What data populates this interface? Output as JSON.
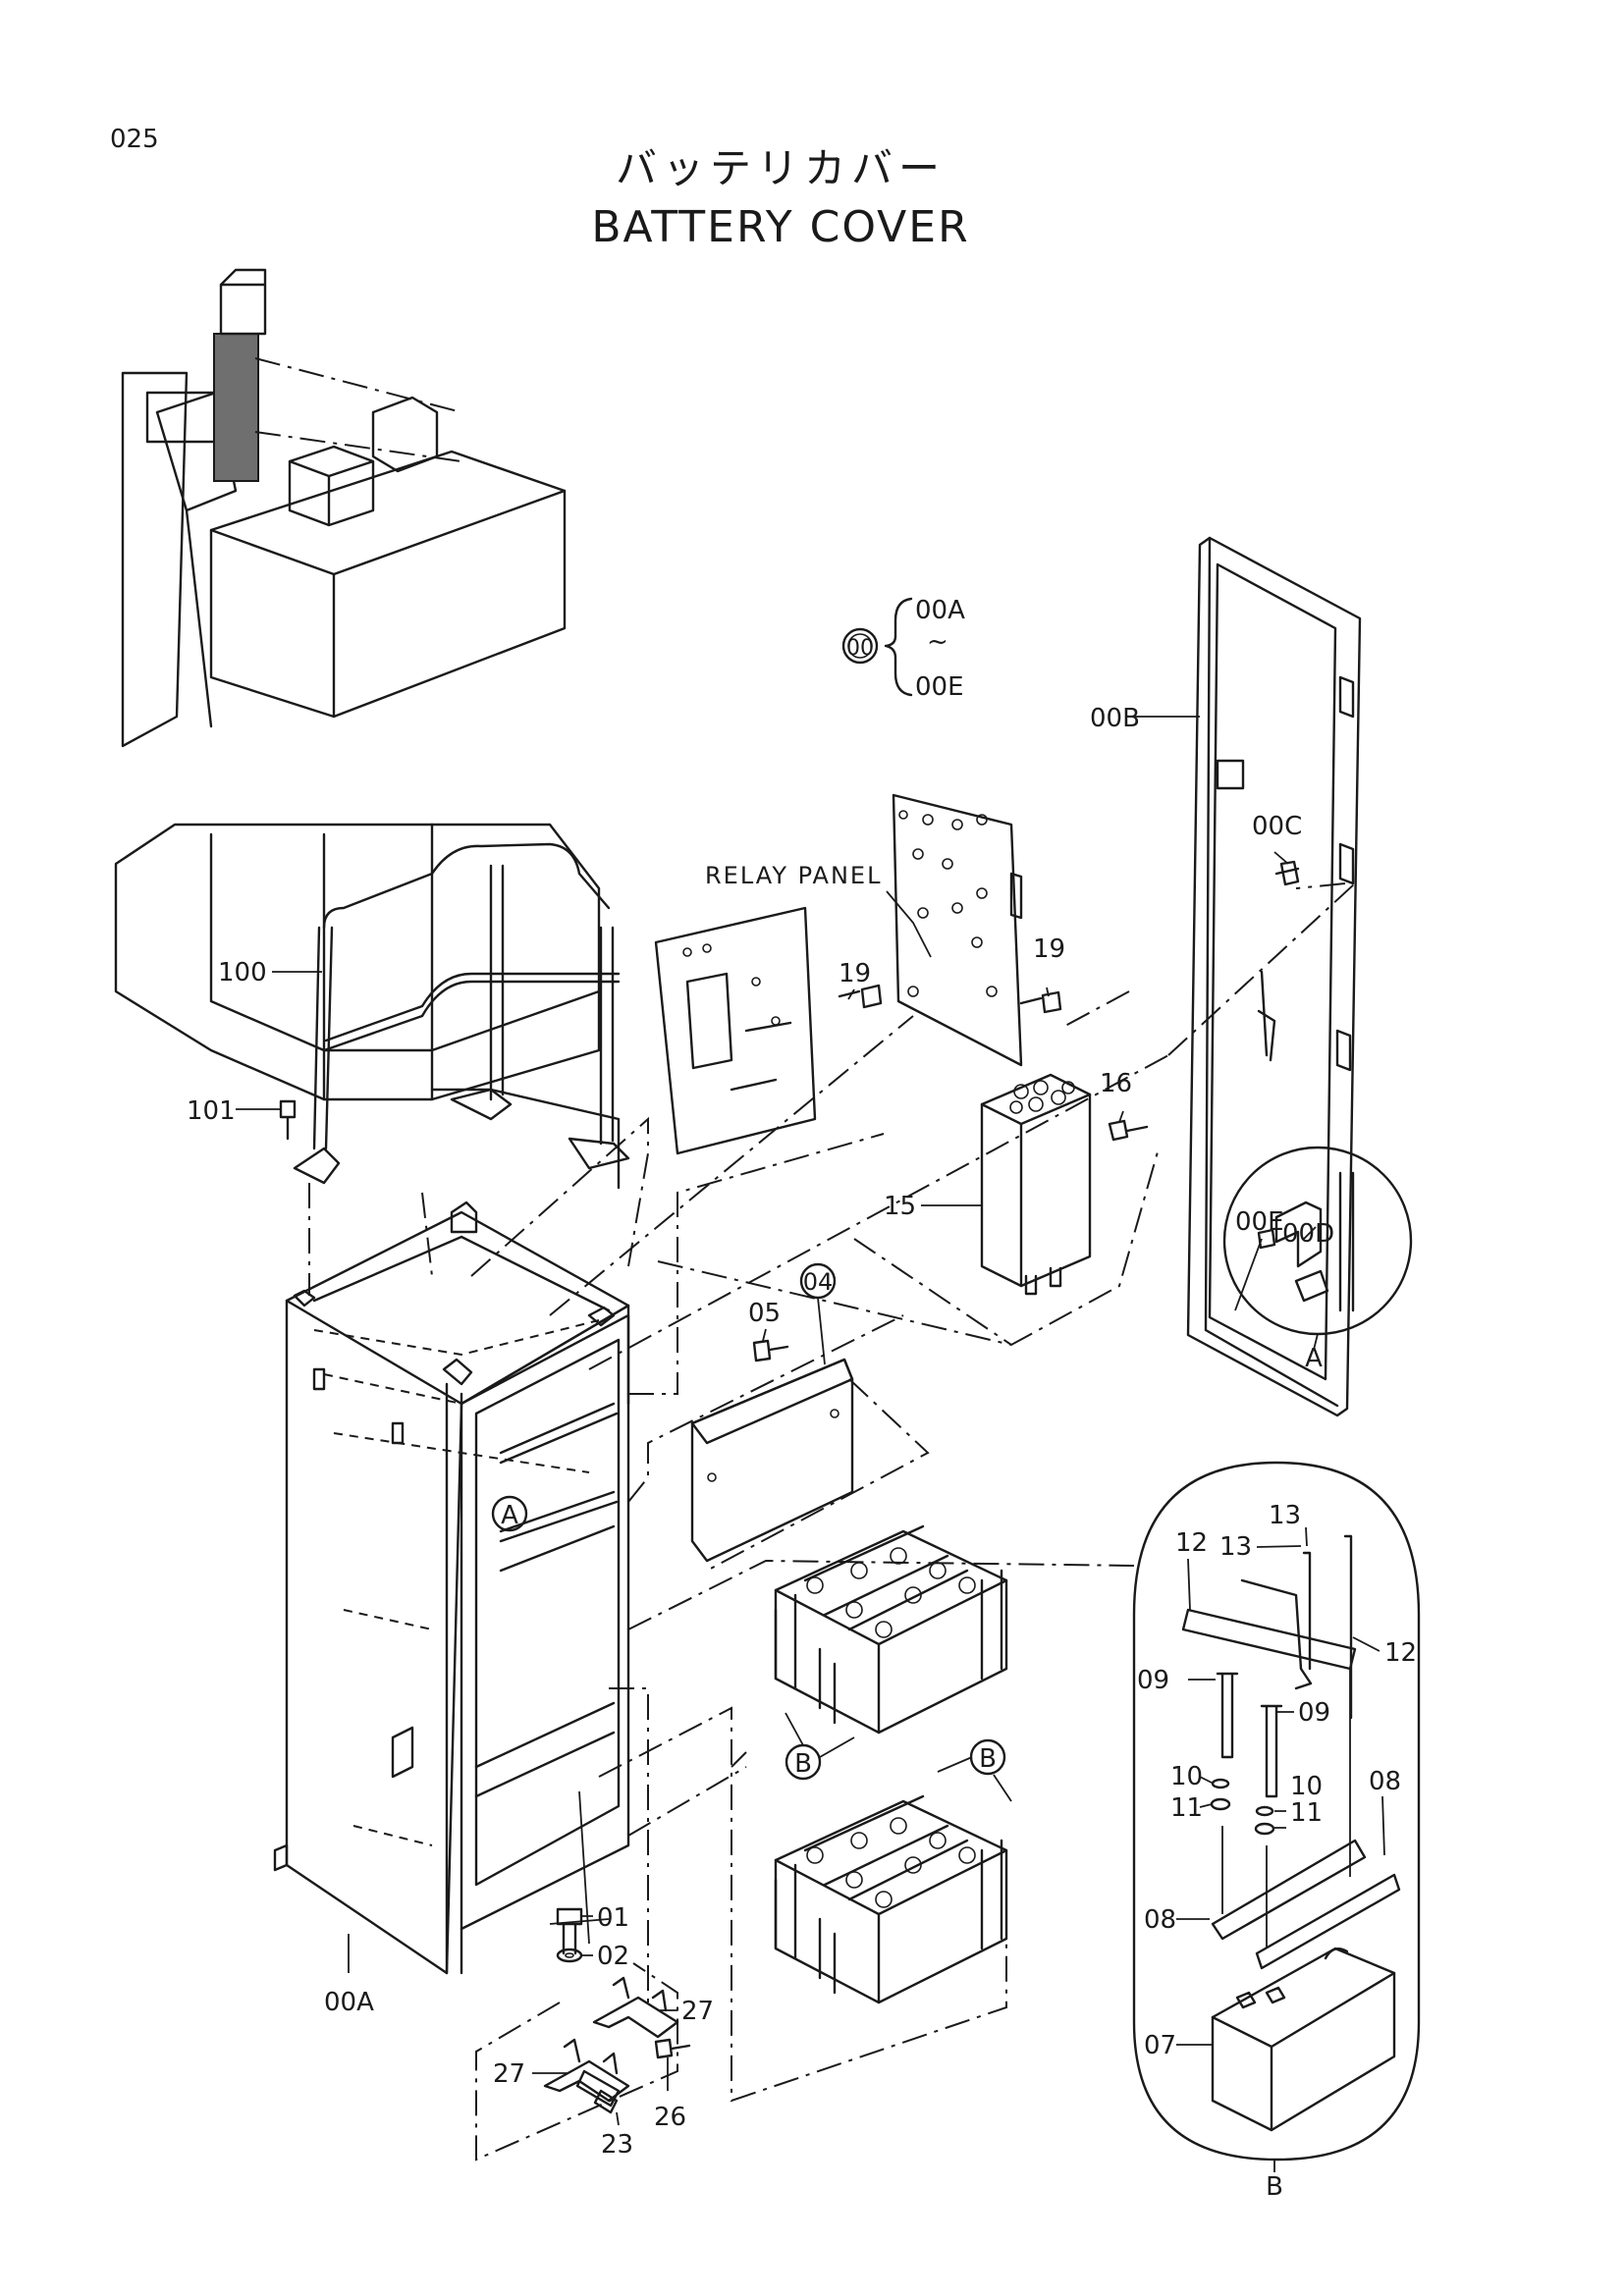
{
  "page": {
    "number": "025",
    "title_jp": "バッテリカバー",
    "title_en": "BATTERY COVER"
  },
  "set_group": {
    "badge": "00",
    "first": "00A",
    "range_mark": "~",
    "last": "00E"
  },
  "labels": {
    "p00A": "00A",
    "p00B": "00B",
    "p00C": "00C",
    "p00D": "00D",
    "p00E": "00E",
    "p01": "01",
    "p02": "02",
    "p04": "04",
    "p05": "05",
    "p07": "07",
    "p08a": "08",
    "p08b": "08",
    "p09a": "09",
    "p09b": "09",
    "p10a": "10",
    "p10b": "10",
    "p11a": "11",
    "p11b": "11",
    "p12a": "12",
    "p12b": "12",
    "p13a": "13",
    "p13b": "13",
    "p15": "15",
    "p16": "16",
    "p19a": "19",
    "p19b": "19",
    "p23": "23",
    "p26": "26",
    "p27a": "27",
    "p27b": "27",
    "p100": "100",
    "p101": "101",
    "relay_panel": "RELAY PANEL"
  },
  "views": {
    "a_marker": "A",
    "a_caption": "A",
    "b_marker_1": "B",
    "b_marker_2": "B",
    "b_caption": "B"
  }
}
